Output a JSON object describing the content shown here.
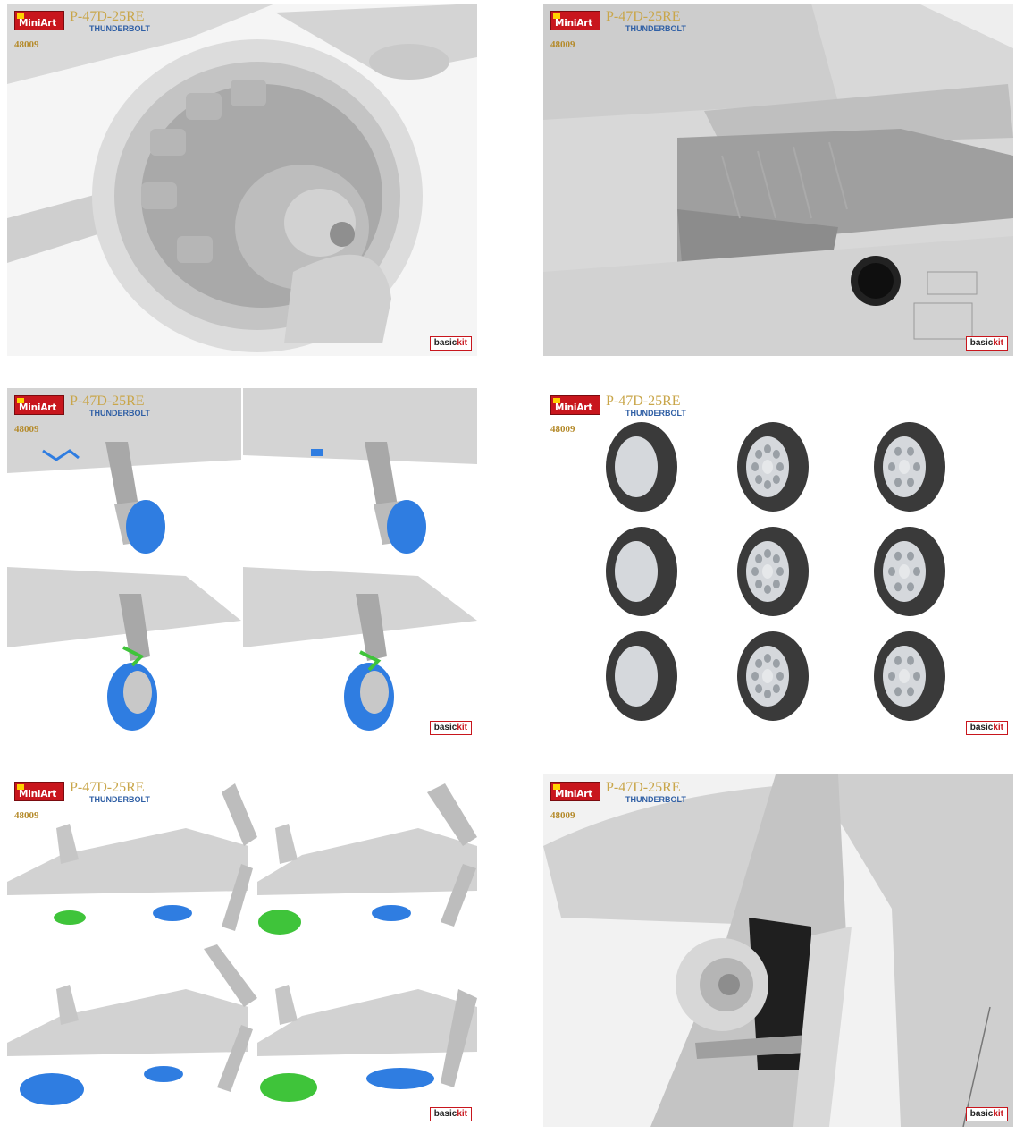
{
  "brand": {
    "logo_text": "MiniArt",
    "model": "P-47D-25RE",
    "subtitle": "THUNDERBOLT",
    "code": "48009"
  },
  "badge": {
    "basic": "basic",
    "kit": "kit"
  },
  "colors": {
    "logo_red": "#c8161d",
    "model_gold": "#c9a64a",
    "subtitle_blue": "#2f5fa5",
    "part_blue": "#2f7de1",
    "part_green": "#3fc43a",
    "tire_dark": "#3a3a3a",
    "airframe_grey": "#d6d6d6"
  },
  "panels": [
    {
      "name": "engine-closeup"
    },
    {
      "name": "wheel-well-closeup"
    },
    {
      "name": "landing-gear-variants"
    },
    {
      "name": "wheel-variants"
    },
    {
      "name": "ordnance-variants"
    },
    {
      "name": "tailwheel-closeup"
    }
  ]
}
